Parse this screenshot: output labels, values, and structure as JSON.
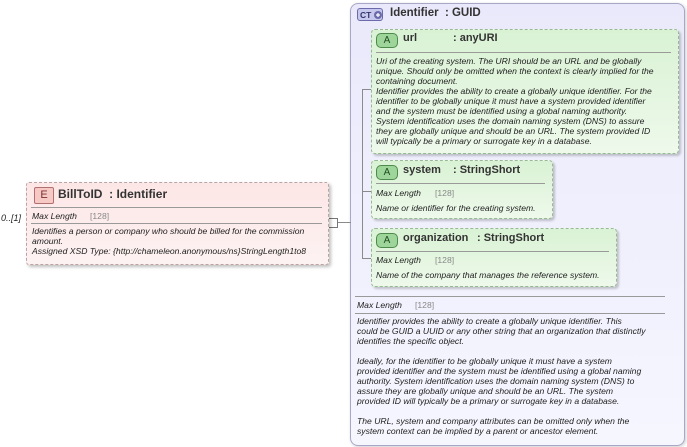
{
  "occurrence": "0..[1]",
  "element": {
    "badge": "E",
    "name": "BillToID",
    "type": ": Identifier",
    "facet_label": "Max Length",
    "facet_value": "[128]",
    "doc": [
      "Identifies a person or company who should be billed for the commission",
      "amount.",
      "Assigned XSD Type: {http://chameleon.anonymous/ns}StringLength1to8"
    ]
  },
  "complex_type": {
    "badge": "CT",
    "name": "Identifier",
    "type": ": GUID",
    "attributes": [
      {
        "badge": "A",
        "name": "url",
        "type": ": anyURI",
        "doc": [
          "Uri of the creating system. The URI should be an URL and be globally",
          "unique. Should only be omitted when the context is clearly implied for the",
          "containing document.",
          "Identifier provides the ability to create a globally unique identifier. For the",
          "identifier to be globally unique it must have a system provided identifier",
          "and the system must be identified using a global naming authority.",
          "System identification uses the domain naming system (DNS) to assure",
          "they are globally unique and should be an URL. The system provided ID",
          "will typically be a primary or surrogate key in a database."
        ]
      },
      {
        "badge": "A",
        "name": "system",
        "type": ": StringShort",
        "facet_label": "Max Length",
        "facet_value": "[128]",
        "doc": [
          "Name or identifier for the creating system."
        ]
      },
      {
        "badge": "A",
        "name": "organization",
        "type": ": StringShort",
        "facet_label": "Max Length",
        "facet_value": "[128]",
        "doc": [
          "Name of the company that manages the reference system."
        ]
      }
    ],
    "facet_label": "Max Length",
    "facet_value": "[128]",
    "doc": [
      "Identifier provides the ability to create a globally unique identifier.    This",
      "could be GUID a UUID or any other string that an organization that distinctly",
      "identifies the specific object.",
      "",
      "Ideally, for the identifier to be globally unique it must have a system",
      "provided identifier and the system must be identified using a global naming",
      "authority. System identification uses the domain naming system (DNS) to",
      "assure they are globally unique and should be an URL. The system",
      "provided ID will typically be a primary or surrogate key in a database.",
      "",
      "The URL, system and company attributes can be omitted only when the",
      "system context can be implied by a parent or ancestor element."
    ]
  }
}
